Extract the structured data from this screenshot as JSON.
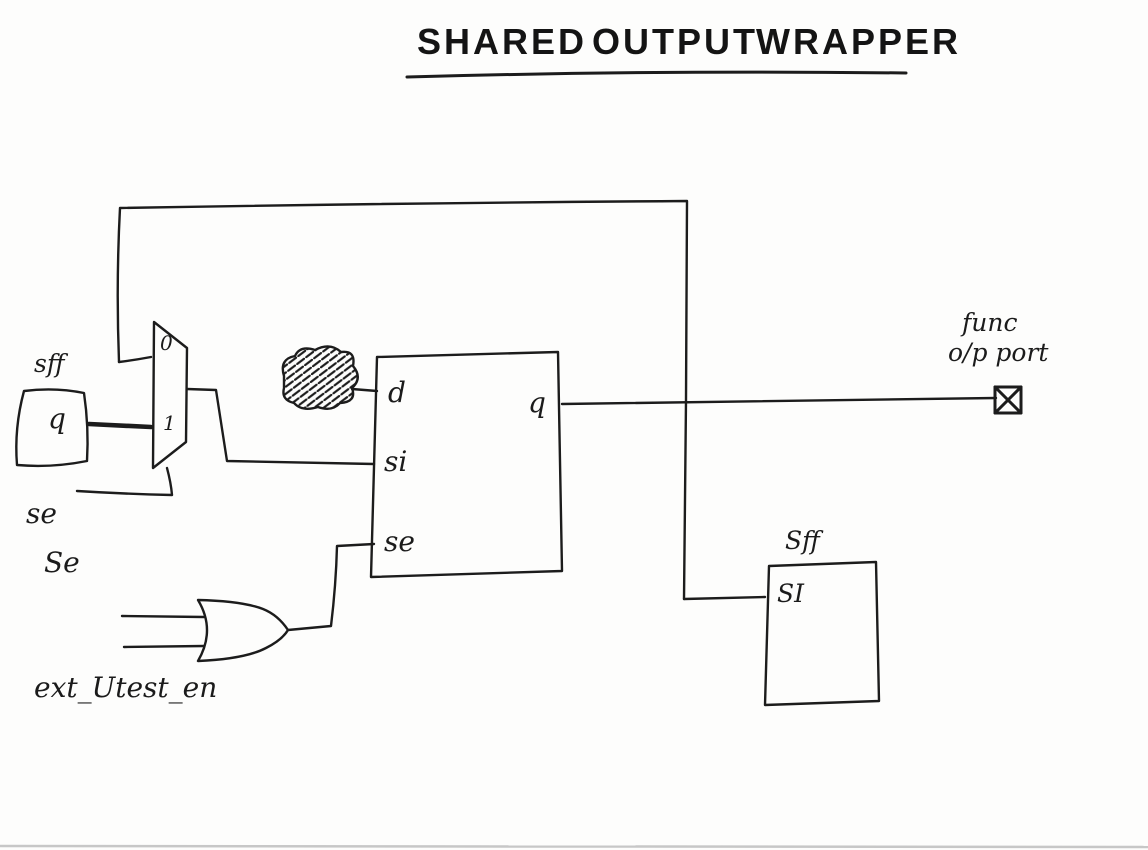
{
  "title": {
    "text": "SHARED OUTPUT WRAPPER",
    "words": [
      "SHARED",
      "OUTPUT",
      "WRAPPER"
    ]
  },
  "labels": {
    "left_sff": "sff",
    "left_sff_q": "q",
    "mux_in0": "0",
    "mux_in1": "1",
    "mux_select_se": "se",
    "or_input_se": "Se",
    "or_input_ext": "ext_Utest_en",
    "ff_d": "d",
    "ff_si": "si",
    "ff_se": "se",
    "ff_q": "q",
    "func_port_line1": "func",
    "func_port_line2": "o/p port",
    "right_sff": "Sff",
    "right_sff_si": "SI"
  },
  "colors": {
    "ink": "#1c1c1c",
    "paper": "#fdfdfc"
  }
}
